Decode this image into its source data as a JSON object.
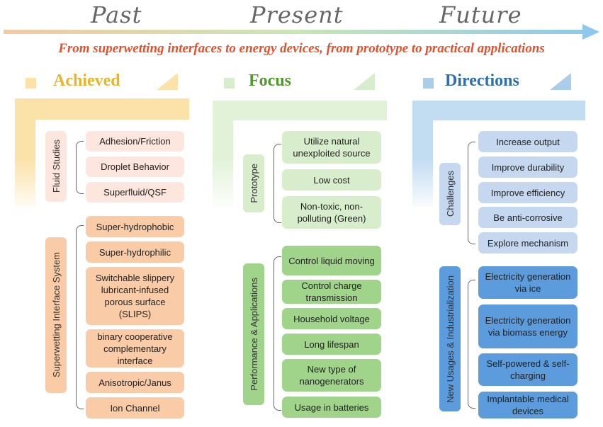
{
  "timeline": {
    "past": "Past",
    "present": "Present",
    "future": "Future",
    "subtitle": "From superwetting interfaces to energy devices, from prototype to practical applications"
  },
  "colors": {
    "achieved": "#e6b42e",
    "focus": "#4e9a2a",
    "directions": "#2f6eaa",
    "subtitle": "#e8502a"
  },
  "columns": {
    "achieved": {
      "title": "Achieved",
      "groups": [
        {
          "label": "Fluid Studies",
          "items": [
            "Adhesion/Friction",
            "Droplet Behavior",
            "Superfluid/QSF"
          ]
        },
        {
          "label": "Superwetting Interface System",
          "items": [
            "Super-hydrophobic",
            "Super-hydrophilic",
            "Switchable slippery lubricant-infused porous surface (SLIPS)",
            "binary cooperative complementary interface",
            "Anisotropic/Janus",
            "Ion Channel"
          ]
        }
      ]
    },
    "focus": {
      "title": "Focus",
      "groups": [
        {
          "label": "Prototype",
          "items": [
            "Utilize natural unexploited source",
            "Low cost",
            "Non-toxic, non-polluting (Green)"
          ]
        },
        {
          "label": "Performance & Applications",
          "items": [
            "Control liquid moving",
            "Control charge transmission",
            "Household voltage",
            "Long lifespan",
            "New type of nanogenerators",
            "Usage in batteries"
          ]
        }
      ]
    },
    "directions": {
      "title": "Directions",
      "groups": [
        {
          "label": "Challenges",
          "items": [
            "Increase output",
            "Improve durability",
            "Improve efficiency",
            "Be anti-corrosive",
            "Explore mechanism"
          ]
        },
        {
          "label": "New Usages & Industrialization",
          "items": [
            "Electricity generation via ice",
            "Electricity generation via biomass energy",
            "Self-powered & self-charging",
            "Implantable medical devices"
          ]
        }
      ]
    }
  }
}
